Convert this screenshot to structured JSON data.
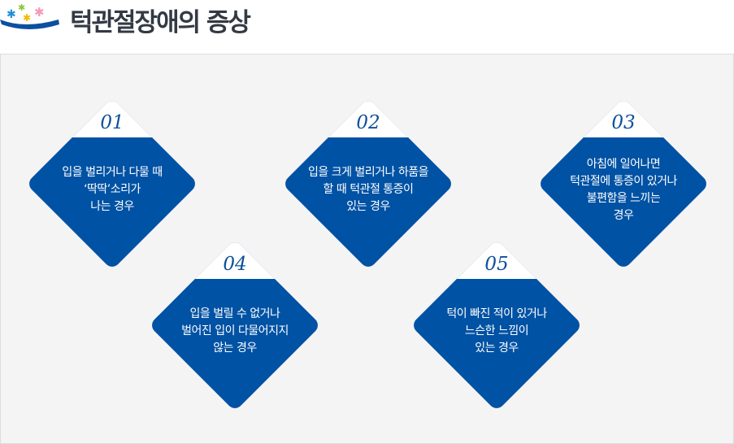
{
  "header": {
    "title": "턱관절장애의 증상",
    "logo": "logo-icon"
  },
  "colors": {
    "blue": "#0052a4",
    "panel": "#f4f4f4"
  },
  "items": [
    {
      "num": "01",
      "lines": [
        "입을 벌리거나 다물 때",
        "‘딱딱’소리가",
        "나는 경우"
      ]
    },
    {
      "num": "02",
      "lines": [
        "입을 크게 벌리거나 하품을",
        "할 때 턱관절 통증이",
        "있는 경우"
      ]
    },
    {
      "num": "03",
      "lines": [
        "아침에 일어나면",
        "턱관절에 통증이 있거나",
        "불편함을 느끼는",
        "경우"
      ]
    },
    {
      "num": "04",
      "lines": [
        "입을 벌릴 수 없거나",
        "벌어진 입이 다물어지지",
        "않는 경우"
      ]
    },
    {
      "num": "05",
      "lines": [
        "턱이 빠진 적이 있거나",
        "느슨한 느낌이",
        "있는 경우"
      ]
    }
  ]
}
